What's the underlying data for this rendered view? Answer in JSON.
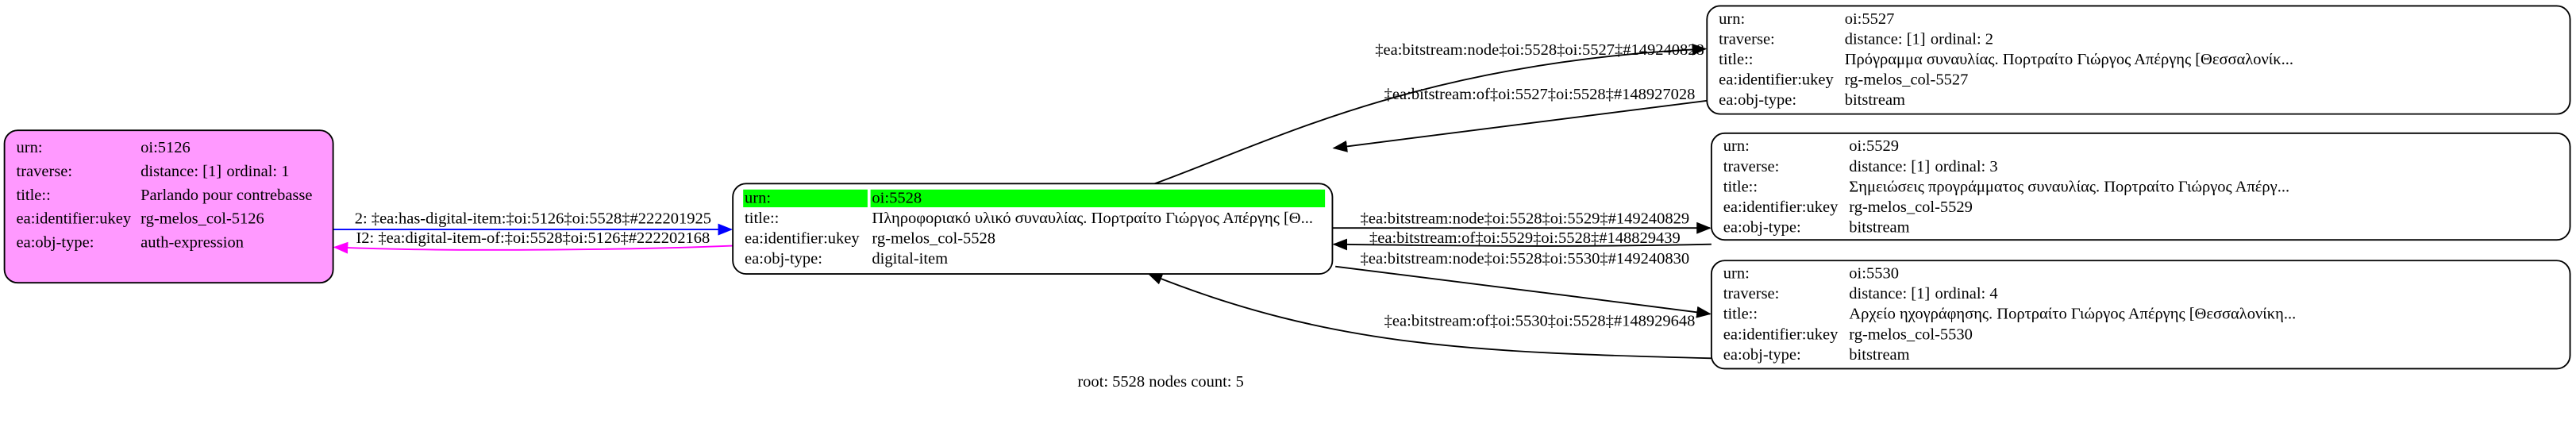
{
  "nodes": [
    {
      "id": "5126",
      "fill": "#ff99ff",
      "rows": [
        {
          "label": "urn:",
          "value": "oi:5126"
        },
        {
          "label": "traverse:",
          "value": "distance: [1]",
          "value2": "ordinal: 1"
        },
        {
          "label": "title::",
          "value": "Parlando pour contrebasse"
        },
        {
          "label": "ea:identifier:ukey",
          "value": "rg-melos_col-5126"
        },
        {
          "label": "ea:obj-type:",
          "value": "auth-expression"
        }
      ]
    },
    {
      "id": "5528",
      "fill": "#ffffff",
      "highlight": "#00ff00",
      "rows": [
        {
          "label": "urn:",
          "value": "oi:5528"
        },
        {
          "label": "title::",
          "value": "Πληροφοριακό υλικό συναυλίας. Πορτραίτο Γιώργος Απέργης [Θ..."
        },
        {
          "label": "ea:identifier:ukey",
          "value": "rg-melos_col-5528"
        },
        {
          "label": "ea:obj-type:",
          "value": "digital-item"
        }
      ]
    },
    {
      "id": "5527",
      "fill": "#ffffff",
      "rows": [
        {
          "label": "urn:",
          "value": "oi:5527"
        },
        {
          "label": "traverse:",
          "value": "distance: [1]",
          "value2": "ordinal: 2"
        },
        {
          "label": "title::",
          "value": "Πρόγραμμα συναυλίας. Πορτραίτο Γιώργος Απέργης [Θεσσαλονίκ..."
        },
        {
          "label": "ea:identifier:ukey",
          "value": "rg-melos_col-5527"
        },
        {
          "label": "ea:obj-type:",
          "value": "bitstream"
        }
      ]
    },
    {
      "id": "5529",
      "fill": "#ffffff",
      "rows": [
        {
          "label": "urn:",
          "value": "oi:5529"
        },
        {
          "label": "traverse:",
          "value": "distance: [1]",
          "value2": "ordinal: 3"
        },
        {
          "label": "title::",
          "value": "Σημειώσεις προγράμματος συναυλίας. Πορτραίτο Γιώργος Απέργ..."
        },
        {
          "label": "ea:identifier:ukey",
          "value": "rg-melos_col-5529"
        },
        {
          "label": "ea:obj-type:",
          "value": "bitstream"
        }
      ]
    },
    {
      "id": "5530",
      "fill": "#ffffff",
      "rows": [
        {
          "label": "urn:",
          "value": "oi:5530"
        },
        {
          "label": "traverse:",
          "value": "distance: [1]",
          "value2": "ordinal: 4"
        },
        {
          "label": "title::",
          "value": "Αρχείο ηχογράφησης. Πορτραίτο Γιώργος Απέργης [Θεσσαλονίκη..."
        },
        {
          "label": "ea:identifier:ukey",
          "value": "rg-melos_col-5530"
        },
        {
          "label": "ea:obj-type:",
          "value": "bitstream"
        }
      ]
    }
  ],
  "edges": [
    {
      "label": "2: ‡ea:has-digital-item:‡oi:5126‡oi:5528‡#222201925",
      "color": "#0000ff"
    },
    {
      "label": "I2: ‡ea:digital-item-of:‡oi:5528‡oi:5126‡#222202168",
      "color": "#ff00ff"
    },
    {
      "label": "‡ea:bitstream:node‡oi:5528‡oi:5527‡#149240828",
      "color": "#000000"
    },
    {
      "label": "‡ea:bitstream:of‡oi:5527‡oi:5528‡#148927028",
      "color": "#000000"
    },
    {
      "label": "‡ea:bitstream:node‡oi:5528‡oi:5529‡#149240829",
      "color": "#000000"
    },
    {
      "label": "‡ea:bitstream:of‡oi:5529‡oi:5528‡#148829439",
      "color": "#000000"
    },
    {
      "label": "‡ea:bitstream:node‡oi:5528‡oi:5530‡#149240830",
      "color": "#000000"
    },
    {
      "label": "‡ea:bitstream:of‡oi:5530‡oi:5528‡#148929648",
      "color": "#000000"
    }
  ],
  "footer": "root: 5528 nodes count: 5"
}
